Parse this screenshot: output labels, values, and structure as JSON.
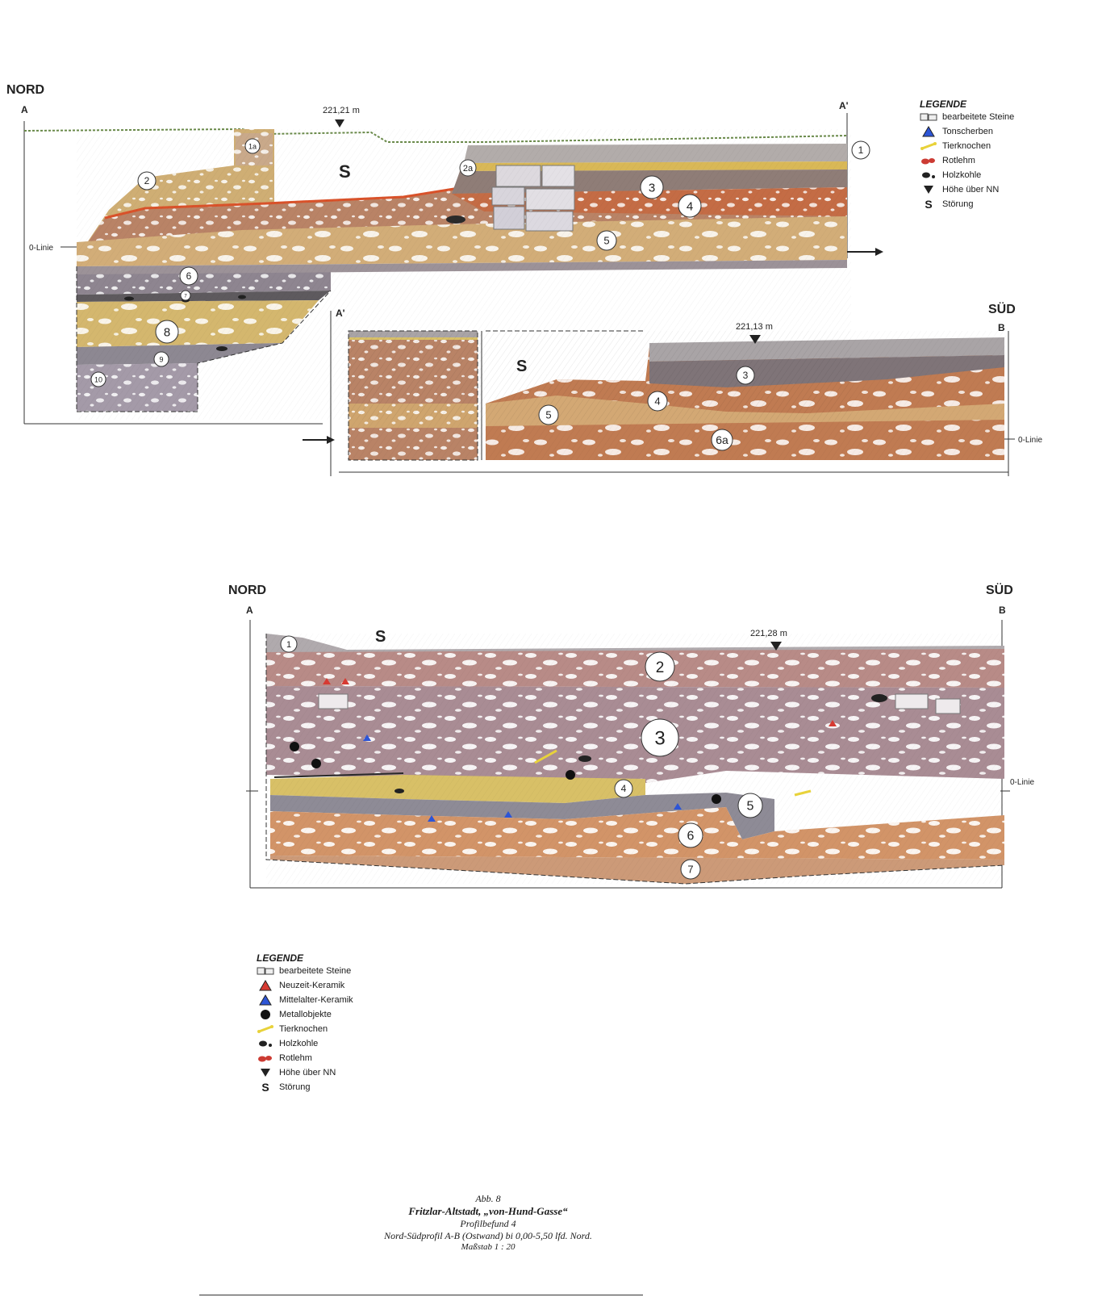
{
  "colors": {
    "layer_gray": "#a9a4a6",
    "layer_ochre": "#cfae74",
    "layer_brown": "#b98366",
    "layer_mauve": "#a48a8e",
    "layer_dark": "#6e6a6e",
    "layer_orange": "#cf9163",
    "layer_yellow": "#d8c067",
    "layer_purple": "#a29aaa",
    "charcoal": "#222222",
    "ceramic_blue": "#2d55d6",
    "ceramic_red": "#d63a32",
    "bone_yellow": "#e8d23a",
    "redclay": "#cc3b33"
  },
  "profile_top": {
    "nord": "NORD",
    "sued": "SÜD",
    "point_a": "A",
    "point_a_prime": "A'",
    "point_a_prime_2": "A'",
    "point_b": "B",
    "elevation_1": "221,21 m",
    "elevation_2": "221,13 m",
    "zero_line_left": "0-Linie",
    "zero_line_right": "0-Linie",
    "disturbance_1": "S",
    "disturbance_2": "S",
    "layers": [
      "1",
      "1a",
      "2",
      "2a",
      "3",
      "4",
      "5",
      "6",
      "7",
      "8",
      "9",
      "10",
      "3",
      "4",
      "5",
      "6a"
    ],
    "legend": {
      "title": "LEGENDE",
      "items": [
        {
          "icon": "worked-stones-icon",
          "label": "bearbeitete Steine"
        },
        {
          "icon": "pottery-shard-icon",
          "label": "Tonscherben"
        },
        {
          "icon": "animal-bone-icon",
          "label": "Tierknochen"
        },
        {
          "icon": "red-clay-icon",
          "label": "Rotlehm"
        },
        {
          "icon": "charcoal-icon",
          "label": "Holzkohle"
        },
        {
          "icon": "elevation-marker-icon",
          "label": "Höhe über NN"
        },
        {
          "icon": "s-letter-icon",
          "label": "Störung",
          "symbol": "S"
        }
      ]
    }
  },
  "profile_bottom": {
    "nord": "NORD",
    "sued": "SÜD",
    "point_a": "A",
    "point_b": "B",
    "elevation": "221,28 m",
    "zero_line": "0-Linie",
    "disturbance": "S",
    "layers": [
      "1",
      "2",
      "3",
      "4",
      "5",
      "6",
      "7"
    ],
    "legend": {
      "title": "LEGENDE",
      "items": [
        {
          "icon": "worked-stones-icon",
          "label": "bearbeitete Steine"
        },
        {
          "icon": "modern-ceramic-icon",
          "label": "Neuzeit-Keramik"
        },
        {
          "icon": "medieval-ceramic-icon",
          "label": "Mittelalter-Keramik"
        },
        {
          "icon": "metal-object-icon",
          "label": "Metallobjekte"
        },
        {
          "icon": "animal-bone-icon",
          "label": "Tierknochen"
        },
        {
          "icon": "charcoal-icon",
          "label": "Holzkohle"
        },
        {
          "icon": "red-clay-icon",
          "label": "Rotlehm"
        },
        {
          "icon": "elevation-marker-icon",
          "label": "Höhe über NN"
        },
        {
          "icon": "s-letter-icon",
          "label": "Störung",
          "symbol": "S"
        }
      ]
    }
  },
  "caption": {
    "fig": "Abb. 8",
    "title": "Fritzlar-Altstadt, „von-Hund-Gasse“",
    "line1": "Profilbefund 4",
    "line2": "Nord-Südprofil A-B (Ostwand) bi 0,00-5,50 lfd. Nord.",
    "scale": "Maßstab 1 : 20"
  }
}
